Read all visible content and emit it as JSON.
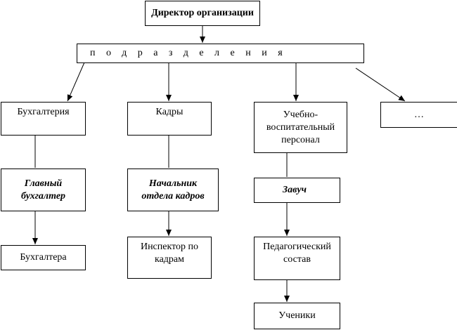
{
  "diagram": {
    "director": "Директор организации",
    "divisions": "подразделения",
    "accounting": "Бухгалтерия",
    "chief_accountant": "Главный\nбухгалтер",
    "accountants": "Бухгалтера",
    "personnel": "Кадры",
    "head_personnel": "Начальник\nотдела кадров",
    "personnel_inspector": "Инспектор по\nкадрам",
    "educational_staff": "Учебно-\nвоспитательный\nперсонал",
    "head_teacher": "Завуч",
    "teaching_staff": "Педагогический\nсостав",
    "students": "Ученики",
    "other": "…"
  },
  "colors": {
    "line": "#000000",
    "background": "#ffffff"
  }
}
